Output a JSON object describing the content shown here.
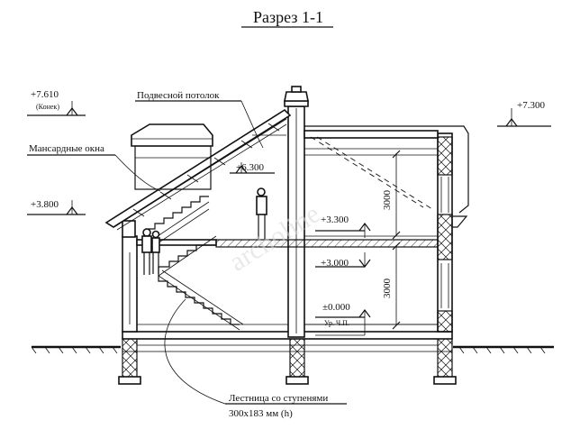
{
  "title": "Разрез 1-1",
  "labels": {
    "suspended_ceiling": "Подвесной потолок",
    "attic_windows": "Мансардные окна",
    "staircase_line1": "Лестница со ступенями",
    "staircase_line2": "300х183 мм (h)"
  },
  "elevations": {
    "ridge": "+7.610",
    "ridge_note": "(Конек)",
    "left_eave": "+3.800",
    "right_top": "+7.300",
    "ceiling_top": "+6.300",
    "floor2_top": "+3.300",
    "floor2_bottom": "+3.000",
    "ground_floor": "±0.000",
    "ground_floor_note": "Ур. Ч.П."
  },
  "dimensions": {
    "upper_height": "3000",
    "lower_height": "3000"
  },
  "watermark": "archoline"
}
